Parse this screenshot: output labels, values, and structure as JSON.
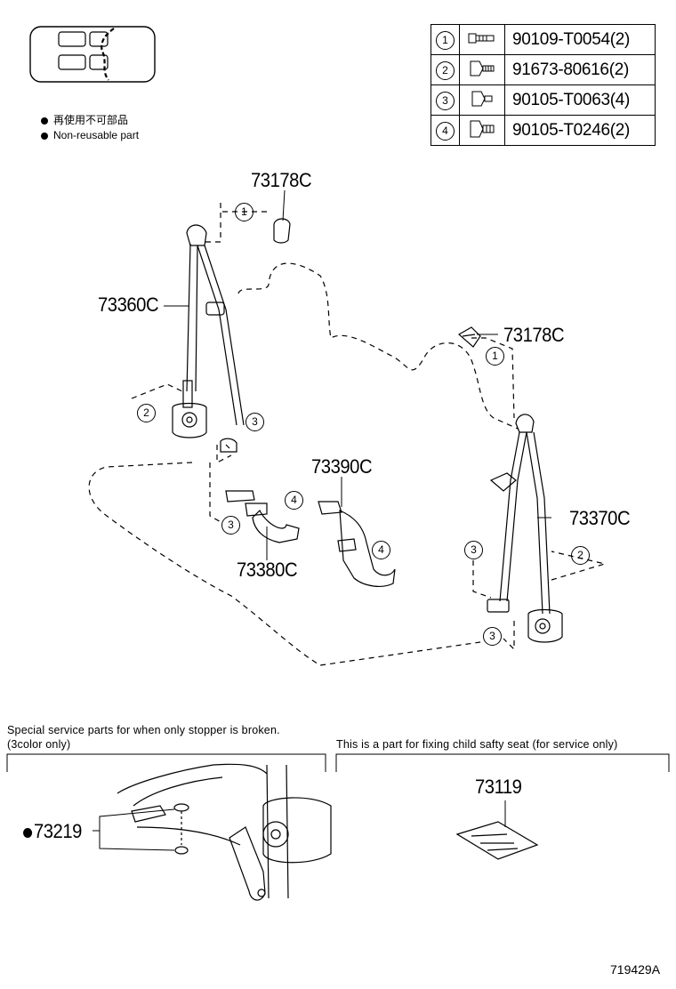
{
  "legend": {
    "jp_text": "再使用不可部品",
    "en_text": "Non-reusable part"
  },
  "bolt_table": [
    {
      "num": "1",
      "icon": "bolt-flange-long-icon",
      "code": "90109-T0054(2)"
    },
    {
      "num": "2",
      "icon": "bolt-hex-toothed-icon",
      "code": "91673-80616(2)"
    },
    {
      "num": "3",
      "icon": "bolt-hex-short-icon",
      "code": "90105-T0063(4)"
    },
    {
      "num": "4",
      "icon": "bolt-hex-flange-icon",
      "code": "90105-T0246(2)"
    }
  ],
  "parts": {
    "p73178c_top": "73178C",
    "p73360c": "73360C",
    "p73178c_right": "73178C",
    "p73390c": "73390C",
    "p73370c": "73370C",
    "p73380c": "73380C",
    "p73219": "73219",
    "p73119": "73119"
  },
  "callouts": {
    "c1a": "1",
    "c2a": "2",
    "c3a": "3",
    "c3b": "3",
    "c4a": "4",
    "c4b": "4",
    "c1b": "1",
    "c3c": "3",
    "c2b": "2",
    "c3d": "3"
  },
  "notes": {
    "service_line1": "Special service parts for when only stopper is broken.",
    "service_line2": "(3color only)",
    "child_seat": "This is a part for fixing child safty seat (for service only)"
  },
  "figure_id": "719429A"
}
